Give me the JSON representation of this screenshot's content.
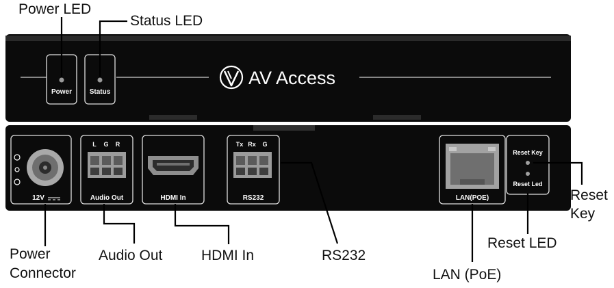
{
  "callouts": {
    "power_led": "Power LED",
    "status_led": "Status LED",
    "power_connector_1": "Power",
    "power_connector_2": "Connector",
    "audio_out": "Audio Out",
    "hdmi_in": "HDMI In",
    "rs232": "RS232",
    "lan_poe": "LAN (PoE)",
    "reset_led": "Reset LED",
    "reset_key_1": "Reset",
    "reset_key_2": "Key"
  },
  "front_panel": {
    "brand": "AV Access",
    "power_label": "Power",
    "status_label": "Status"
  },
  "rear_panel": {
    "power_label": "12V",
    "audio_pins": [
      "L",
      "G",
      "R"
    ],
    "audio_label": "Audio Out",
    "hdmi_label": "HDMI In",
    "rs232_pins": [
      "Tx",
      "Rx",
      "G"
    ],
    "rs232_label": "RS232",
    "lan_label": "LAN(POE)",
    "reset_key_label": "Reset Key",
    "reset_led_label": "Reset Led"
  }
}
